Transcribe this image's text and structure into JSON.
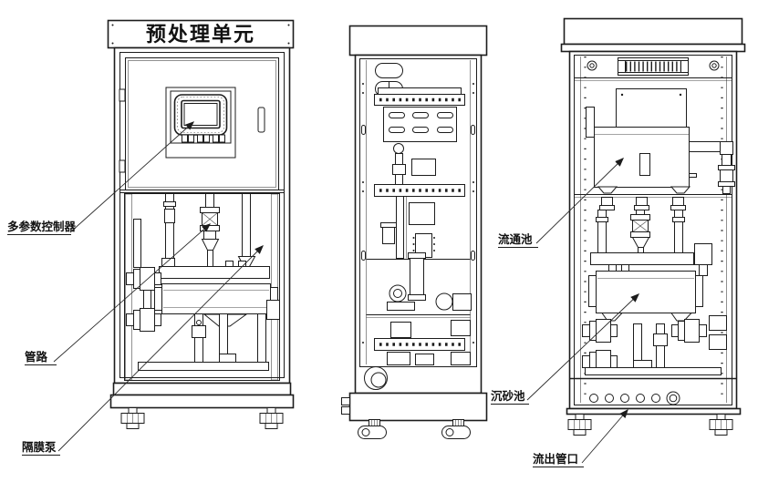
{
  "colors": {
    "background": "#ffffff",
    "line": "#1c1c1c"
  },
  "diagram": {
    "title": "预处理单元",
    "labels": [
      {
        "id": "controller",
        "text": "多参数控制器"
      },
      {
        "id": "piping",
        "text": "管路"
      },
      {
        "id": "diaphragm-pump",
        "text": "隔膜泵"
      },
      {
        "id": "flow-cell",
        "text": "流通池"
      },
      {
        "id": "sand-tank",
        "text": "沉砂池"
      },
      {
        "id": "outlet-port",
        "text": "流出管口"
      }
    ]
  }
}
